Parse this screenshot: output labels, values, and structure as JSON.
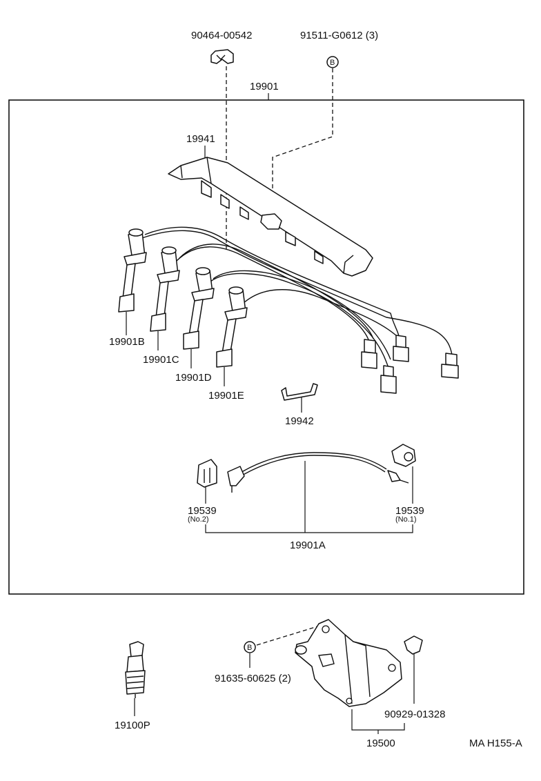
{
  "labels": {
    "clamp_part": "90464-00542",
    "bolt_part_top": "91511-G0612 (3)",
    "bolt_marker": "B",
    "cord_set": "19901",
    "cord_cover": "19941",
    "cord_b": "19901B",
    "cord_c": "19901C",
    "cord_d": "19901D",
    "cord_e": "19901E",
    "clamp_19942": "19942",
    "sensor_left": "19539",
    "sensor_left_note": "(No.2)",
    "sensor_right": "19539",
    "sensor_right_note": "(No.1)",
    "cord_a": "19901A",
    "spark_plug": "19100P",
    "bolt_part_bottom": "91635-60625 (2)",
    "coil_clamp_part": "90929-01328",
    "ignition_coil": "19500",
    "figure_code": "MA H155-A"
  }
}
